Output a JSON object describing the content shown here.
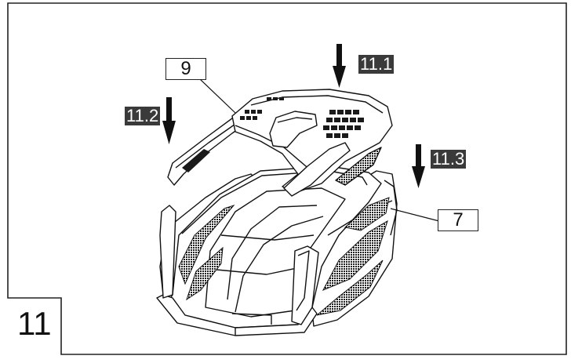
{
  "step": {
    "number": "11"
  },
  "callouts": {
    "part_top_cover": "9",
    "part_grass_bag_frame": "7"
  },
  "arrows": {
    "top": "11.1",
    "left": "11.2",
    "right": "11.3"
  },
  "colors": {
    "line": "#111111",
    "label_background": "#3a3a3a",
    "label_text": "#ffffff",
    "mesh": "#2a2a2a"
  }
}
